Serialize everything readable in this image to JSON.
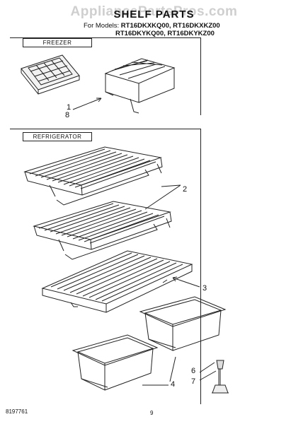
{
  "watermark": "AppliancePartsPros.com",
  "title": "SHELF PARTS",
  "models": {
    "prefix": "For Models:",
    "line1": "RT16DKXKQ00, RT16DKXKZ00",
    "line2": "RT16DKYKQ00, RT16DKYKZ00"
  },
  "sections": {
    "freezer": "FREEZER",
    "refrigerator": "REFRIGERATOR"
  },
  "callouts": {
    "c1": "1",
    "c8": "8",
    "c2": "2",
    "c3": "3",
    "c6": "6",
    "c7": "7",
    "c4": "4"
  },
  "footer": {
    "doc_number": "8197761",
    "page_number": "9"
  }
}
